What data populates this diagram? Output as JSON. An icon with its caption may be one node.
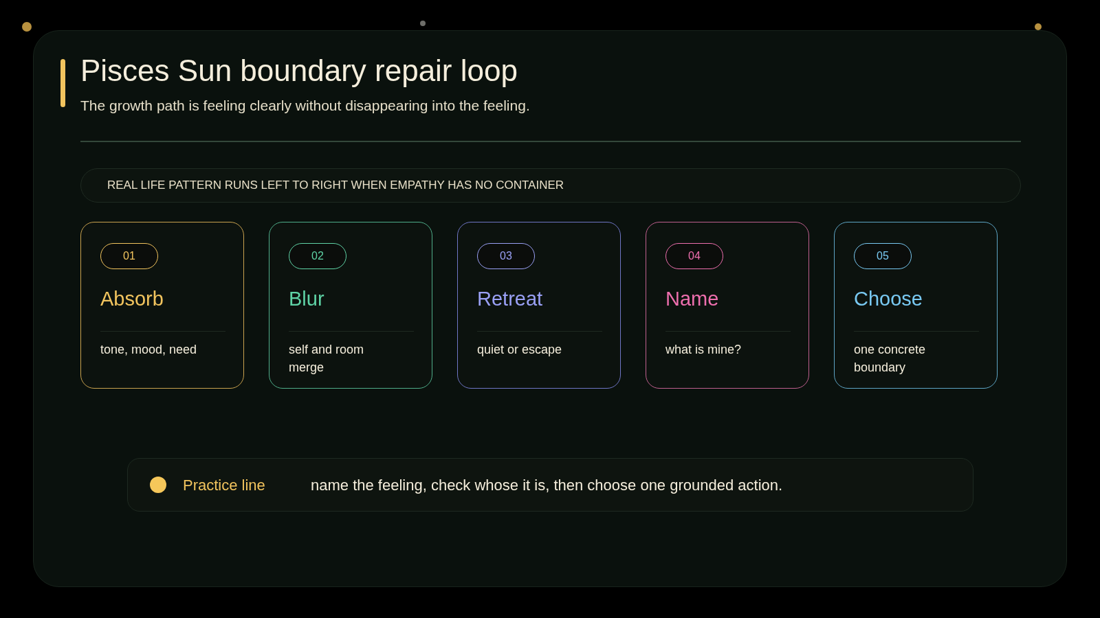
{
  "diagram": {
    "title": "Pisces Sun boundary repair loop",
    "nodes": [
      {
        "text": [
          "REAL LIFE PATTERN RUNS LEFT TO RIGHT WHEN EMPATHY HAS NO CONTAINER"
        ]
      },
      {
        "text": [
          "Absorb",
          "tone, mood, need"
        ]
      },
      {
        "text": [
          "01"
        ],
        "in": 1
      },
      {
        "text": [
          "Blur",
          "self and room merge"
        ]
      },
      {
        "text": [
          "02"
        ],
        "in": 3
      },
      {
        "text": [
          "Retreat",
          "quiet or escape"
        ]
      },
      {
        "text": [
          "03"
        ],
        "in": 5
      },
      {
        "text": [
          "Name",
          "what is mine?"
        ]
      },
      {
        "text": [
          "04"
        ],
        "in": 7
      },
      {
        "text": [
          "Choose",
          "one concrete boundary"
        ]
      },
      {
        "text": [
          "05"
        ],
        "in": 9
      },
      {
        "text": [
          "Practice line",
          "name the feeling, check whose it is, then choose one grounded action."
        ]
      }
    ],
    "labels": [
      "The growth path is feeling clearly without disappearing into the feeling."
    ]
  }
}
